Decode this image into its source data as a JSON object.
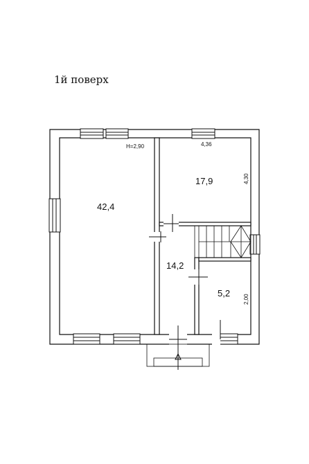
{
  "title": "1й поверх",
  "ceiling_height": "H=2,90",
  "rooms": [
    {
      "area": "42,4"
    },
    {
      "area": "17,9",
      "width_dim": "4,36",
      "length_dim": "4,30"
    },
    {
      "area": "14,2"
    },
    {
      "area": "5,2",
      "length_dim": "2,00"
    }
  ]
}
